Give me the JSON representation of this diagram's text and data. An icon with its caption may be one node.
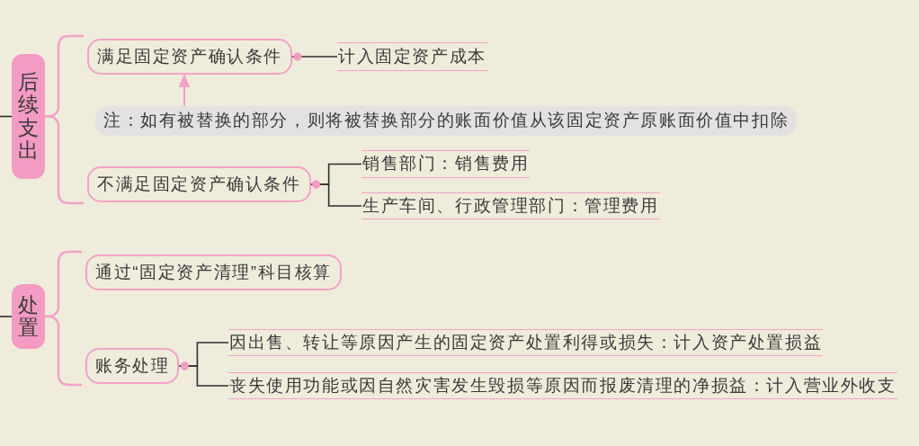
{
  "diagram": {
    "nodes": [
      {
        "text": [
          "后续支出"
        ]
      },
      {
        "text": [
          "满足固定资产确认条件"
        ]
      },
      {
        "text": [
          "计入固定资产成本"
        ]
      },
      {
        "text": [
          "注：如有被替换的部分，则将被替换部分的账面价值从该固定资产原账面价值中扣除"
        ]
      },
      {
        "text": [
          "不满足固定资产确认条件"
        ]
      },
      {
        "text": [
          "销售部门：销售费用"
        ]
      },
      {
        "text": [
          "生产车间、行政管理部门：管理费用"
        ]
      },
      {
        "text": [
          "处置"
        ]
      },
      {
        "text": [
          "通过“固定资产清理”科目核算"
        ]
      },
      {
        "text": [
          "账务处理"
        ]
      },
      {
        "text": [
          "因出售、转让等原因产生的固定资产处置利得或损失：计入资产处置损益"
        ]
      },
      {
        "text": [
          "丧失使用功能或因自然灾害发生毁损等原因而报废清理的净损益：计入营业外收支"
        ]
      }
    ],
    "edges": [
      {
        "from": null,
        "to": 0,
        "arrow": "none"
      },
      {
        "from": 0,
        "to": 1,
        "arrow": "none",
        "color": "#f3a2c6"
      },
      {
        "from": 0,
        "to": 4,
        "arrow": "none",
        "color": "#f3a2c6"
      },
      {
        "from": 1,
        "to": 2,
        "arrow": "other"
      },
      {
        "from": 3,
        "to": 1,
        "arrow": "to",
        "color": "#f3a2c6"
      },
      {
        "from": 4,
        "to": 5,
        "arrow": "other"
      },
      {
        "from": 4,
        "to": 6,
        "arrow": "other"
      },
      {
        "from": null,
        "to": 7,
        "arrow": "none"
      },
      {
        "from": 7,
        "to": 8,
        "arrow": "none",
        "color": "#f3a2c6"
      },
      {
        "from": 7,
        "to": 9,
        "arrow": "none",
        "color": "#f3a2c6"
      },
      {
        "from": 9,
        "to": 10,
        "arrow": "other"
      },
      {
        "from": 9,
        "to": 11,
        "arrow": "other"
      }
    ]
  }
}
